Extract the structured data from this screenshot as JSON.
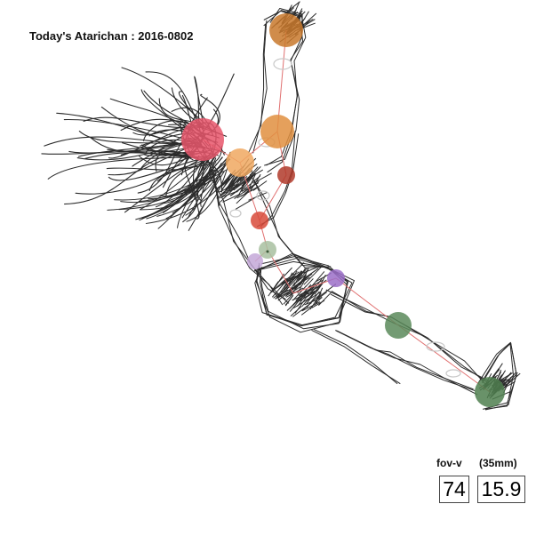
{
  "header": {
    "title": "Today's Atarichan : 2016-0802"
  },
  "camera": {
    "fov_label": "fov-v",
    "focal_label": "(35mm)",
    "fov_value": "74",
    "focal_value": "15.9"
  },
  "colors": {
    "background": "#ffffff",
    "stroke": "#2b2b2b",
    "bone_line": "#e07070",
    "head_joint": "#e8566b",
    "shoulder_joint": "#e08f3f",
    "hand_joint": "#c8782c",
    "neck_joint": "#f0a860",
    "elbow_joint": "#b03a2a",
    "chest_joint": "#d84a3a",
    "spine_joint": "#a8c0a0",
    "hip_left_joint": "#c4a8d8",
    "hip_right_joint": "#9b6fc8",
    "knee_joint": "#5a8a5a",
    "foot_joint": "#4f7f4f"
  }
}
